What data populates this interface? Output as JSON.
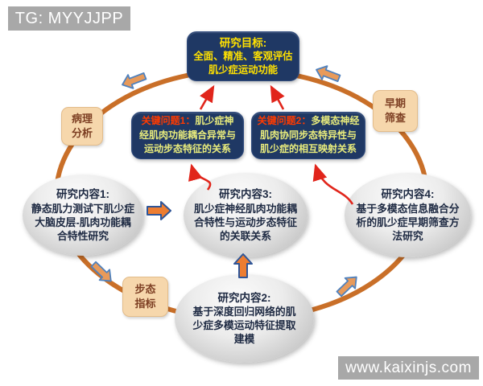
{
  "watermarks": {
    "top_left": "TG: MYYJJPP",
    "bottom_right": "www.kaixinjs.com"
  },
  "goal_box": {
    "title": "研究目标:",
    "lines": [
      "全面、精准、客观评估",
      "肌少症运动功能"
    ]
  },
  "key_questions": [
    {
      "label": "关键问题1：",
      "body": "肌少症神经肌肉功能耦合异常与运动步态特征的关系"
    },
    {
      "label": "关键问题2：",
      "body": "多模态神经肌肉协同步态特异性与肌少症的相互映射关系"
    }
  ],
  "research": [
    {
      "title": "研究内容1:",
      "body": "静态肌力测试下肌少症大脑皮层-肌肉功能耦合特性研究"
    },
    {
      "title": "研究内容2:",
      "body": "基于深度回归网络的肌少症多模运动特征提取建模"
    },
    {
      "title": "研究内容3:",
      "body": "肌少症神经肌肉功能耦合特性与运动步态特征的关联关系"
    },
    {
      "title": "研究内容4:",
      "body": "基于多模态信息融合分析的肌少症早期筛查方法研究"
    }
  ],
  "ring_labels": [
    {
      "line1": "病理",
      "line2": "分析"
    },
    {
      "line1": "早期",
      "line2": "筛查"
    },
    {
      "line1": "步态",
      "line2": "指标"
    }
  ],
  "colors": {
    "ring_orange": "#c96f28",
    "box_navy": "#1f3864",
    "goal_text_yellow": "#ffe100",
    "question_label_red": "#ff3a00",
    "question_body_yellow_green": "#e9ec7c",
    "ellipse_gray": "#d9d9d9",
    "ellipse_text": "#1d2942",
    "ring_label_bg": "#f6d7ac",
    "ring_label_text": "#7d3f23",
    "red_arrow": "#e1251b",
    "block_arrow_fill": "#ed7d31",
    "block_arrow_stroke": "#2f5597",
    "watermark_bg": "#a8a8a8"
  }
}
